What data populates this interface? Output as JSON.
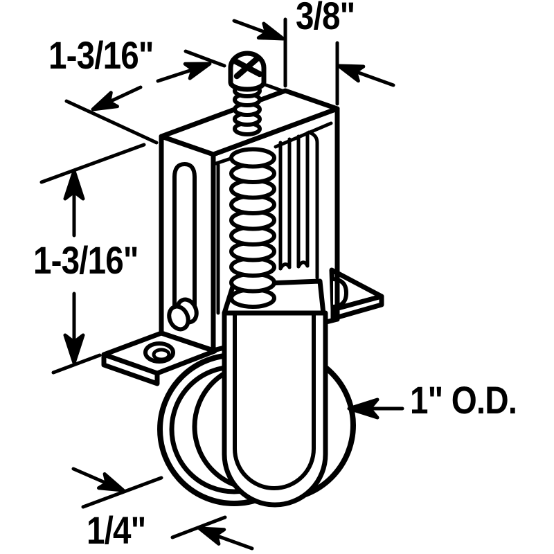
{
  "canvas": {
    "background": "#ffffff",
    "line_color": "#000000"
  },
  "labels": {
    "top_width": "3/8\"",
    "top_depth": "1-3/16\"",
    "housing_height": "1-3/16\"",
    "wheel_diameter": "1\" O.D.",
    "wheel_width": "1/4\""
  }
}
